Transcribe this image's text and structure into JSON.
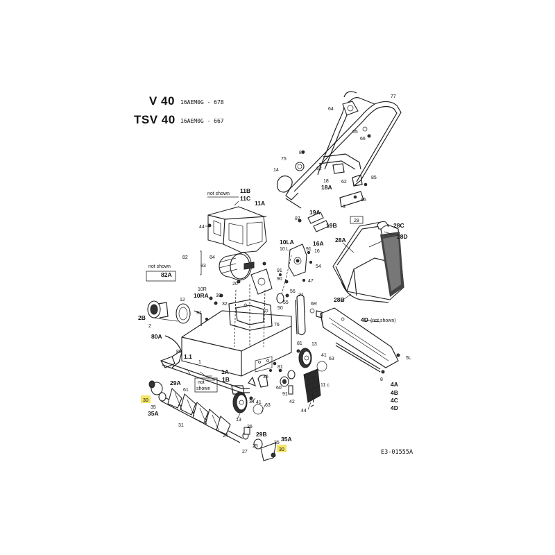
{
  "header": {
    "models": [
      {
        "name": "V 40",
        "code": "16AEM0G - 678"
      },
      {
        "name": "TSV 40",
        "code": "16AEM0G - 667"
      }
    ]
  },
  "notes": {
    "not_shown": "not shown",
    "not_shown_split": [
      "not",
      "shown"
    ],
    "not_shown_paren": "(not shown)"
  },
  "reference": "E3-01555A",
  "highlight_color": "#f2e14a",
  "parts": {
    "77": "77",
    "64": "64",
    "65": "65",
    "66": "66",
    "86": "86",
    "75": "75",
    "14": "14",
    "62a": "62",
    "62b": "62",
    "18": "18",
    "18A": "18A",
    "85a": "85",
    "85b": "85",
    "3": "3",
    "19A": "19A",
    "19B": "19B",
    "87": "87",
    "28": "28",
    "28A": "28A",
    "28B": "28B",
    "28C": "28C",
    "28D": "28D",
    "11A": "11A",
    "11B": "11B",
    "11C": "11C",
    "44a": "44",
    "10LA": "10LA",
    "10L": "10 L",
    "16A": "16A",
    "91a": "91",
    "16": "16",
    "54": "54",
    "47": "47",
    "90": "90",
    "82": "82",
    "84": "84",
    "83": "83",
    "82A": "82A",
    "20": "20",
    "21": "21",
    "10R": "10R",
    "10RA": "10RA",
    "12": "12",
    "39": "39",
    "32": "32",
    "91b": "91",
    "2B": "2B",
    "2": "2",
    "76": "76",
    "6R": "6R",
    "4D": "4D",
    "80A": "80A",
    "80": "80",
    "81a": "81",
    "13a": "13",
    "41a": "41",
    "63a": "63",
    "4A": "4A",
    "4B": "4B",
    "4C": "4C",
    "4D2": "4D",
    "5L": "5L",
    "8": "8",
    "1_1": "1.1",
    "1": "1",
    "1A": "1A",
    "1B": "1B",
    "29A": "29A",
    "61": "61",
    "30a": "30",
    "35a": "35",
    "35A": "35A",
    "34": "34",
    "36": "36",
    "81b": "81",
    "60": "60",
    "91c": "91",
    "42": "42",
    "11c": "11 c",
    "44b": "44",
    "13b": "13",
    "41b": "41",
    "63b": "63",
    "31": "31",
    "24": "24",
    "26": "26",
    "27": "27",
    "29B": "29B",
    "35b": "35",
    "35A2": "35A",
    "30b": "30",
    "25": "25",
    "56": "56",
    "50": "50",
    "55": "55"
  }
}
